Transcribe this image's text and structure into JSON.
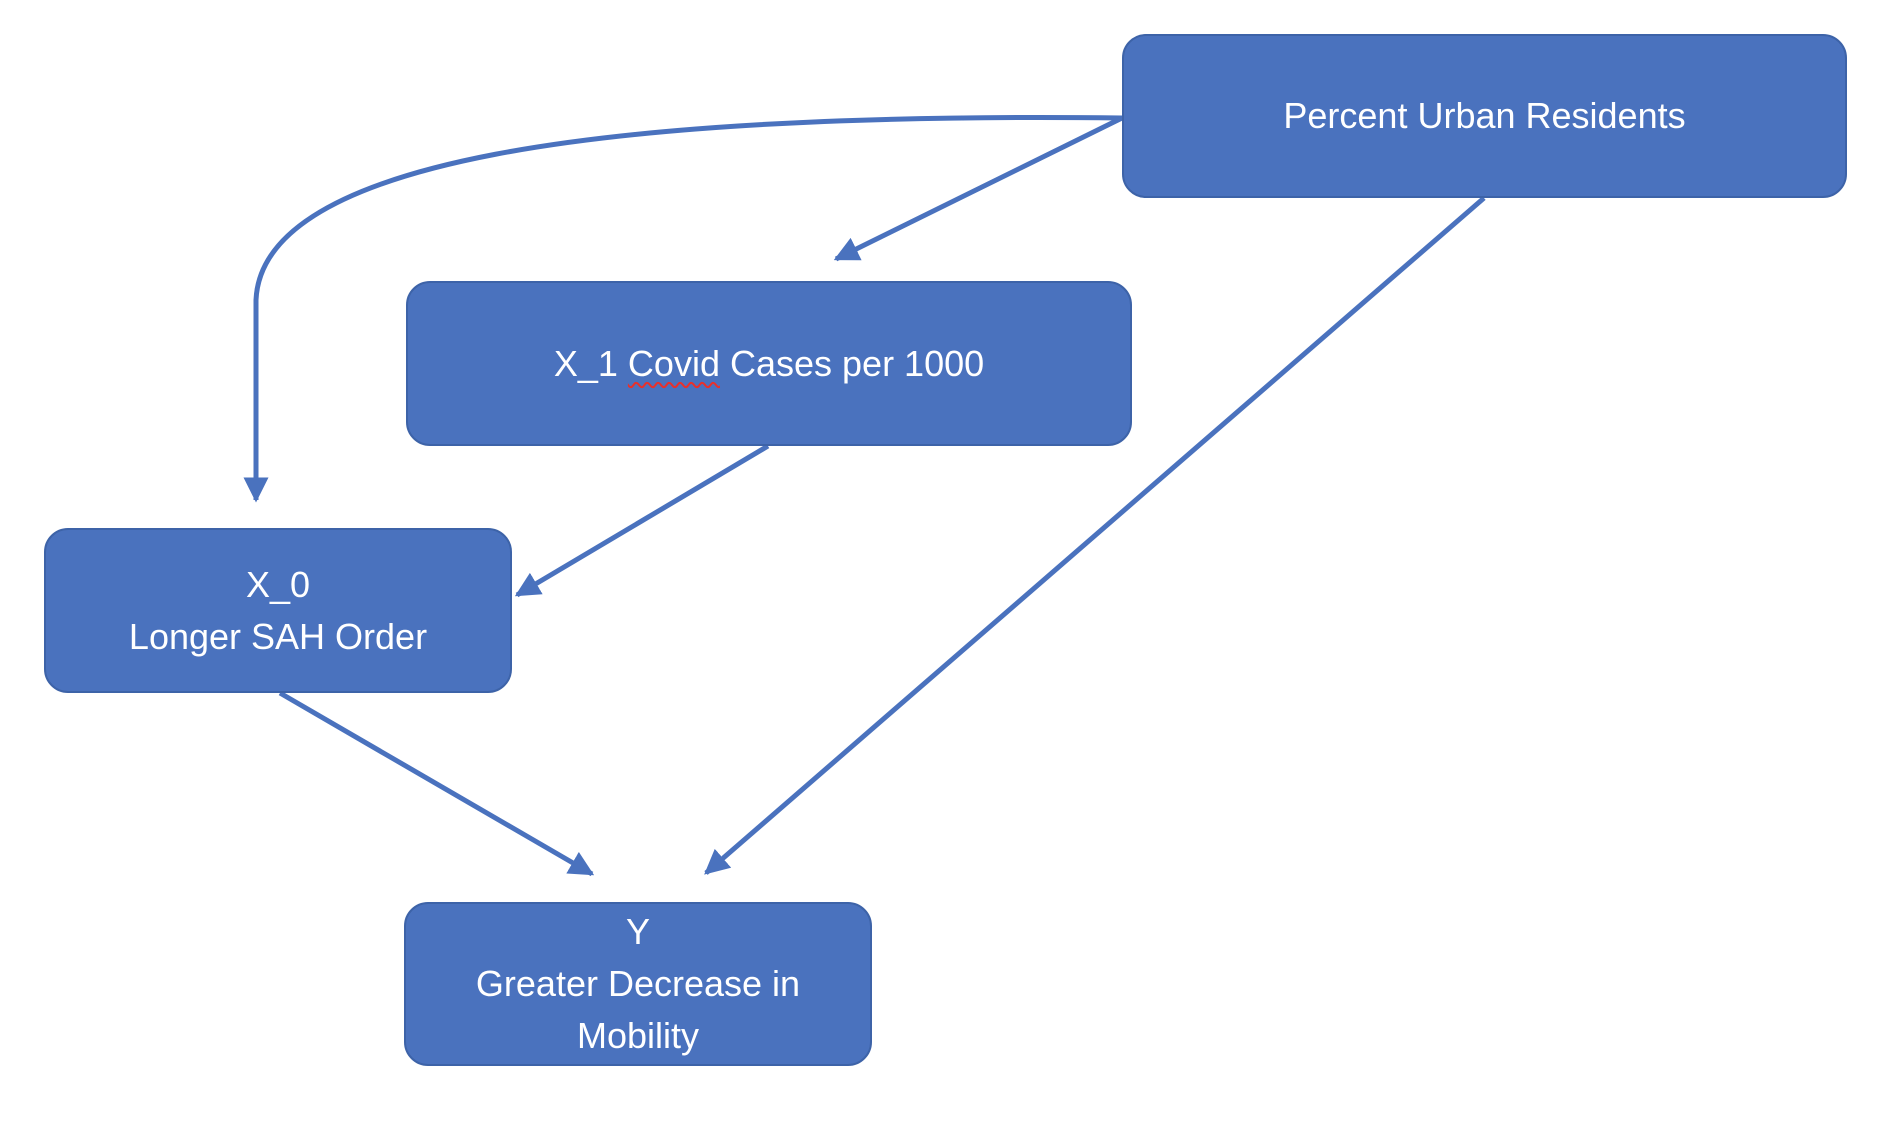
{
  "colors": {
    "node_fill": "#4a72be",
    "node_border": "#3d63a8",
    "edge": "#4a72be",
    "text": "#ffffff",
    "spellcheck_underline": "#e8302b"
  },
  "nodes": {
    "urban": {
      "label": "Percent Urban Residents"
    },
    "covid": {
      "prefix": "X_1",
      "word": "Covid",
      "suffix": "Cases per 1000"
    },
    "sah": {
      "line1": "X_0",
      "line2": "Longer SAH Order"
    },
    "y": {
      "line1": "Y",
      "line2": "Greater Decrease in",
      "line3": "Mobility"
    }
  },
  "edges": [
    {
      "from": "Percent Urban Residents",
      "to": "X_0 Longer SAH Order"
    },
    {
      "from": "Percent Urban Residents",
      "to": "X_1 Covid Cases per 1000"
    },
    {
      "from": "Percent Urban Residents",
      "to": "Y Greater Decrease in Mobility"
    },
    {
      "from": "X_1 Covid Cases per 1000",
      "to": "X_0 Longer SAH Order"
    },
    {
      "from": "X_0 Longer SAH Order",
      "to": "Y Greater Decrease in Mobility"
    }
  ]
}
